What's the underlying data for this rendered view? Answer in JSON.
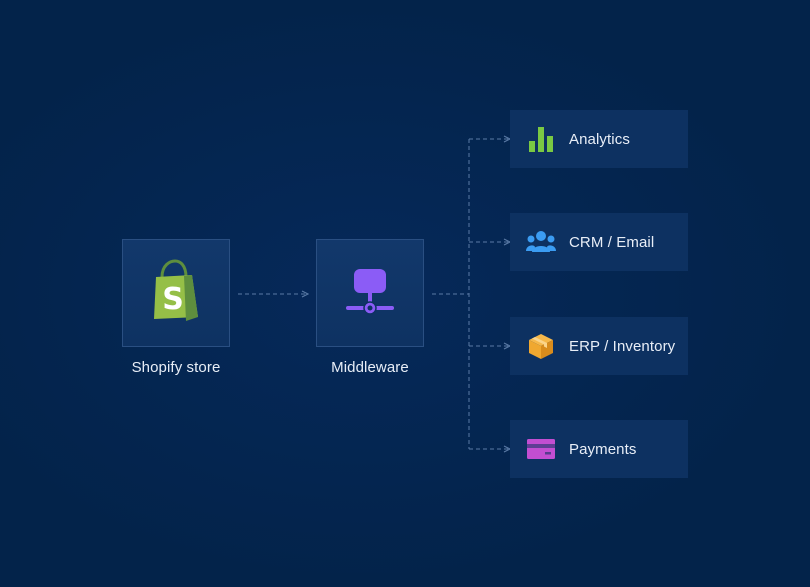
{
  "source": {
    "label": "Shopify store",
    "icon": "shopify-bag-icon",
    "icon_color": "#95bf47"
  },
  "middleware": {
    "label": "Middleware",
    "icon": "network-server-icon",
    "icon_color": "#8b5cf6"
  },
  "targets": [
    {
      "label": "Analytics",
      "icon": "bar-chart-icon",
      "icon_color": "#7ac943"
    },
    {
      "label": "CRM / Email",
      "icon": "users-group-icon",
      "icon_color": "#3b9cf2"
    },
    {
      "label": "ERP / Inventory",
      "icon": "package-box-icon",
      "icon_color": "#f0a830"
    },
    {
      "label": "Payments",
      "icon": "credit-card-icon",
      "icon_color": "#c24ed1"
    }
  ],
  "colors": {
    "background": "#03234a",
    "box_fill": "#0d3161",
    "box_border": "#2a4f82",
    "connector": "#5a7aa5",
    "text": "#e8eef7"
  }
}
